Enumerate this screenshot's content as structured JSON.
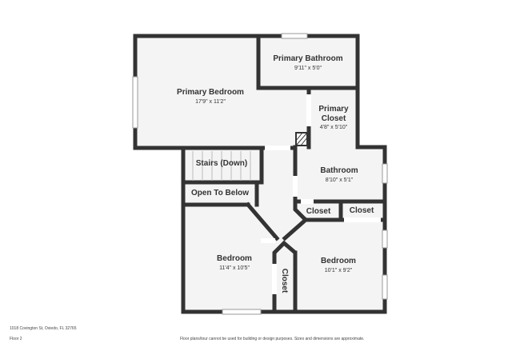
{
  "rooms": {
    "primary_bedroom": {
      "name": "Primary Bedroom",
      "dims": "17'9\" x 11'2\""
    },
    "primary_bathroom": {
      "name": "Primary Bathroom",
      "dims": "9'11\" x 5'0\""
    },
    "primary_closet": {
      "name_line1": "Primary",
      "name_line2": "Closet",
      "dims": "4'8\" x 5'10\""
    },
    "stairs": {
      "name": "Stairs (Down)"
    },
    "open_to_below": {
      "name": "Open To Below"
    },
    "bathroom": {
      "name": "Bathroom",
      "dims": "8'10\" x 5'1\""
    },
    "closet_left": {
      "name": "Closet"
    },
    "closet_right": {
      "name": "Closet"
    },
    "bedroom_left": {
      "name": "Bedroom",
      "dims": "11'4\" x 10'5\""
    },
    "bedroom_right": {
      "name": "Bedroom",
      "dims": "10'1\" x 9'2\""
    },
    "closet_vertical": {
      "name": "Closet"
    }
  },
  "footer": {
    "address": "1018 Covington St, Oviedo, FL 32765",
    "floor": "Floor 2",
    "disclaimer": "Floor plans/tour cannot be used for building or design purposes. Sizes and dimensions are approximate."
  }
}
